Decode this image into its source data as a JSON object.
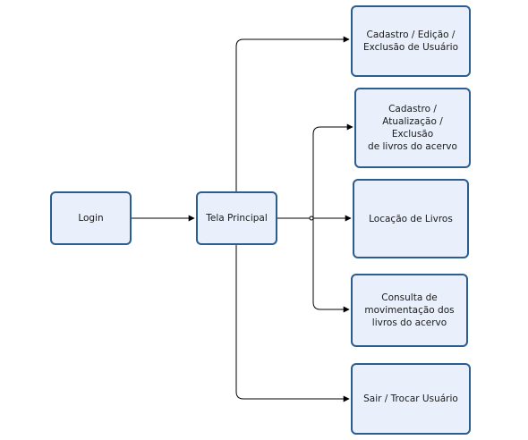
{
  "diagram": {
    "colors": {
      "node_fill": "#e9effb",
      "node_border": "#2b5d8f",
      "edge": "#000000"
    },
    "nodes": {
      "login": "Login",
      "main_screen": "Tela Principal",
      "user_registration": [
        "Cadastro / Edição /",
        "Exclusão de Usuário"
      ],
      "book_registration": [
        "Cadastro /",
        "Atualização / Exclusão",
        "de livros do acervo"
      ],
      "book_rental": "Locação de Livros",
      "movement_query": [
        "Consulta de",
        "movimentação dos",
        "livros do acervo"
      ],
      "logout": "Sair / Trocar Usuário"
    },
    "edges": [
      {
        "from": "login",
        "to": "main_screen"
      },
      {
        "from": "main_screen",
        "to": "user_registration"
      },
      {
        "from": "main_screen",
        "to": "book_registration"
      },
      {
        "from": "main_screen",
        "to": "book_rental"
      },
      {
        "from": "main_screen",
        "to": "movement_query"
      },
      {
        "from": "main_screen",
        "to": "logout"
      }
    ]
  }
}
